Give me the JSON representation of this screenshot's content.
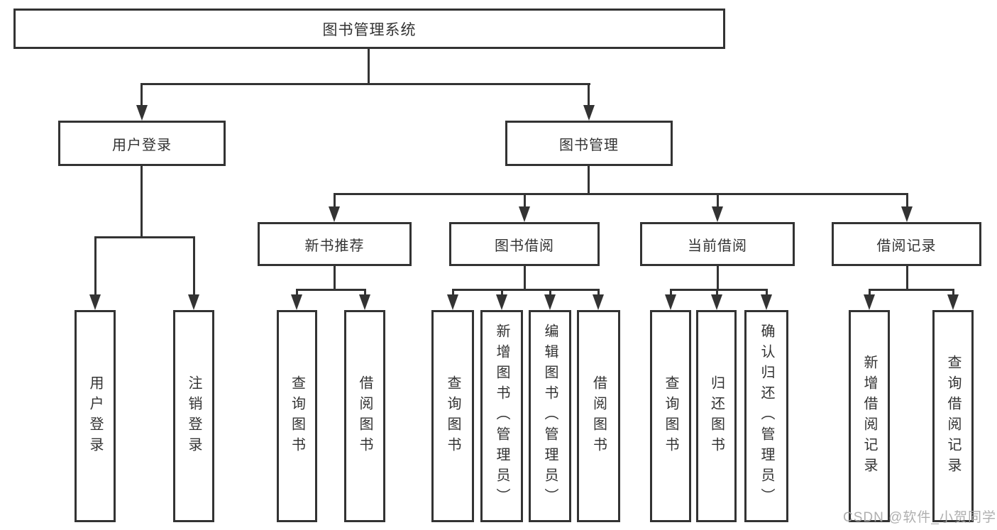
{
  "diagram": {
    "nodes": {
      "root": "图书管理系统",
      "user_login": "用户登录",
      "book_mgmt": "图书管理",
      "new_book_rec": "新书推荐",
      "book_borrow": "图书借阅",
      "current_borrow": "当前借阅",
      "borrow_records": "借阅记录",
      "leaf_user_login": "用户登录",
      "leaf_logout": "注销登录",
      "leaf_query_book_rec": "查询图书",
      "leaf_borrow_book_rec": "借阅图书",
      "leaf_query_book_borrow": "查询图书",
      "leaf_add_book_admin": "新增图书（管理员）",
      "leaf_edit_book_admin": "编辑图书（管理员）",
      "leaf_borrow_book_borrow": "借阅图书",
      "leaf_query_book_current": "查询图书",
      "leaf_return_book": "归还图书",
      "leaf_confirm_return_admin": "确认归还（管理员）",
      "leaf_add_borrow_record": "新增借阅记录",
      "leaf_query_borrow_record": "查询借阅记录"
    },
    "colors": {
      "line": "#333333",
      "text": "#333333",
      "box_background": "#ffffff"
    }
  },
  "watermark": {
    "text": "CSDN @软件_小贺同学",
    "color": "#a8a8a8"
  }
}
